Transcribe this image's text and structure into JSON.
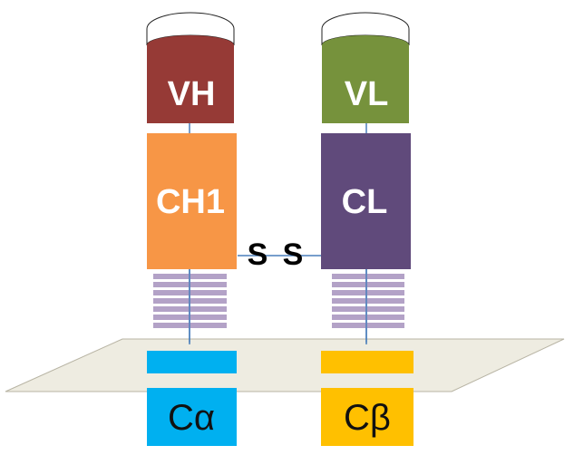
{
  "labels": {
    "vh": "VH",
    "vl": "VL",
    "ch1": "CH1",
    "cl": "CL",
    "ss_left": "S",
    "ss_right": "S",
    "c_alpha": "Cα",
    "c_beta": "Cβ"
  },
  "colors": {
    "vh": "#963a36",
    "vl": "#76923c",
    "ch1": "#f79646",
    "cl": "#604a7b",
    "linker": "#b3a2c7",
    "membrane": "#eeece1",
    "c_alpha": "#00b0f0",
    "c_beta": "#ffc000",
    "connector": "#4a7ebb"
  }
}
